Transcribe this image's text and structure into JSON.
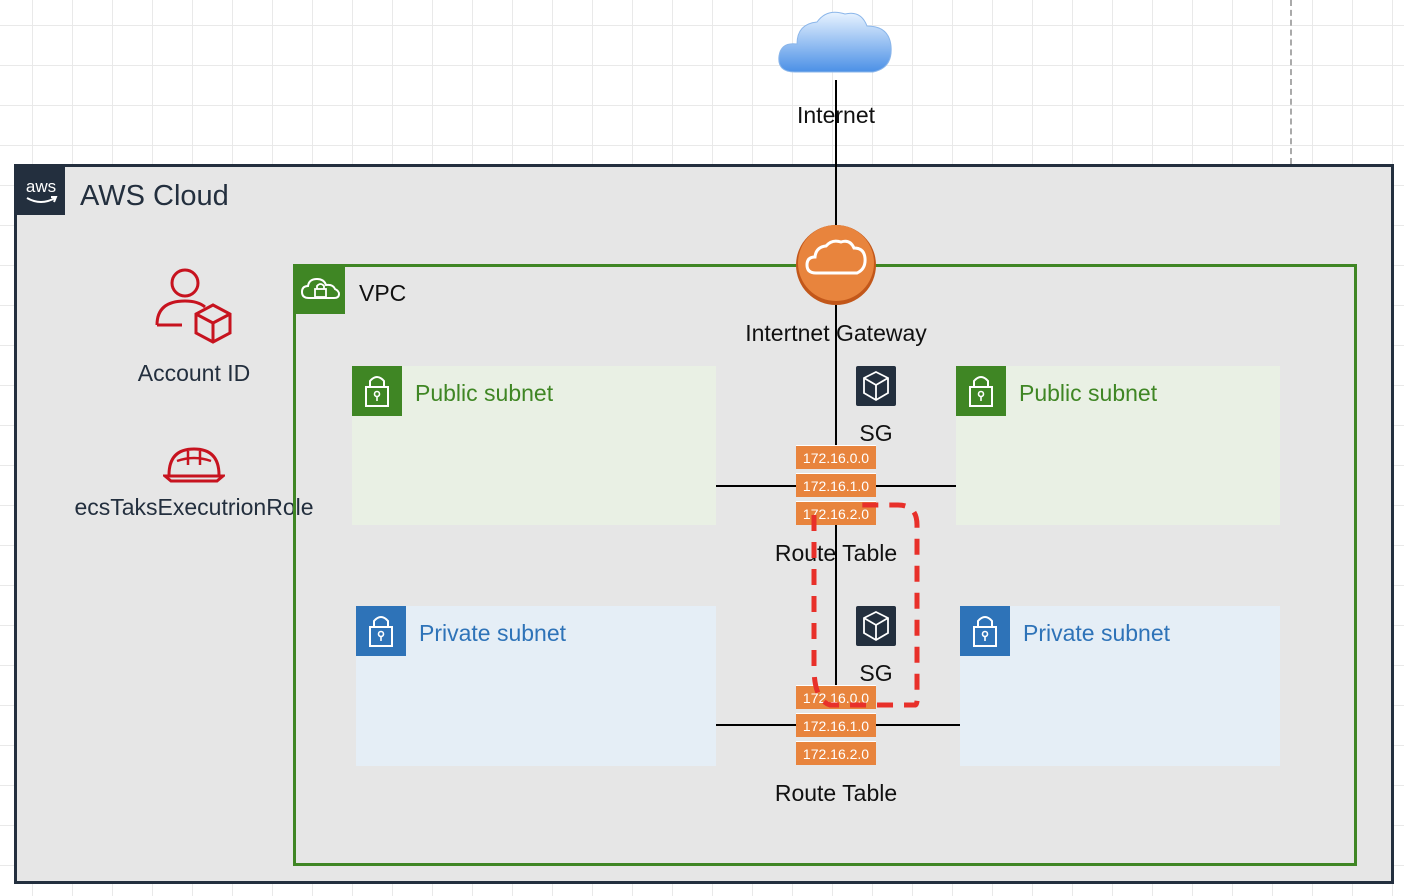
{
  "diagram": {
    "internet": {
      "label": "Internet"
    },
    "aws_cloud": {
      "title": "AWS Cloud",
      "logo_text": "aws"
    },
    "account": {
      "label": "Account ID"
    },
    "role": {
      "label": "ecsTaksExecutrionRole"
    },
    "vpc": {
      "label": "VPC"
    },
    "internet_gateway": {
      "label": "Intertnet Gateway"
    },
    "subnets": {
      "public_left": "Public subnet",
      "public_right": "Public subnet",
      "private_left": "Private subnet",
      "private_right": "Private subnet"
    },
    "security_groups": {
      "top": "SG",
      "bottom": "SG"
    },
    "route_tables": {
      "top": {
        "label": "Route Table",
        "entries": [
          "172.16.0.0",
          "172.16.1.0",
          "172.16.2.0"
        ]
      },
      "bottom": {
        "label": "Route Table",
        "entries": [
          "172.16.0.0",
          "172.16.1.0",
          "172.16.2.0"
        ]
      }
    },
    "colors": {
      "aws_border": "#232f3e",
      "vpc_green": "#3f8624",
      "private_blue": "#2e73b8",
      "gateway_orange": "#e8843d",
      "iam_red": "#c7131f",
      "highlight_red": "#e8302a"
    }
  }
}
